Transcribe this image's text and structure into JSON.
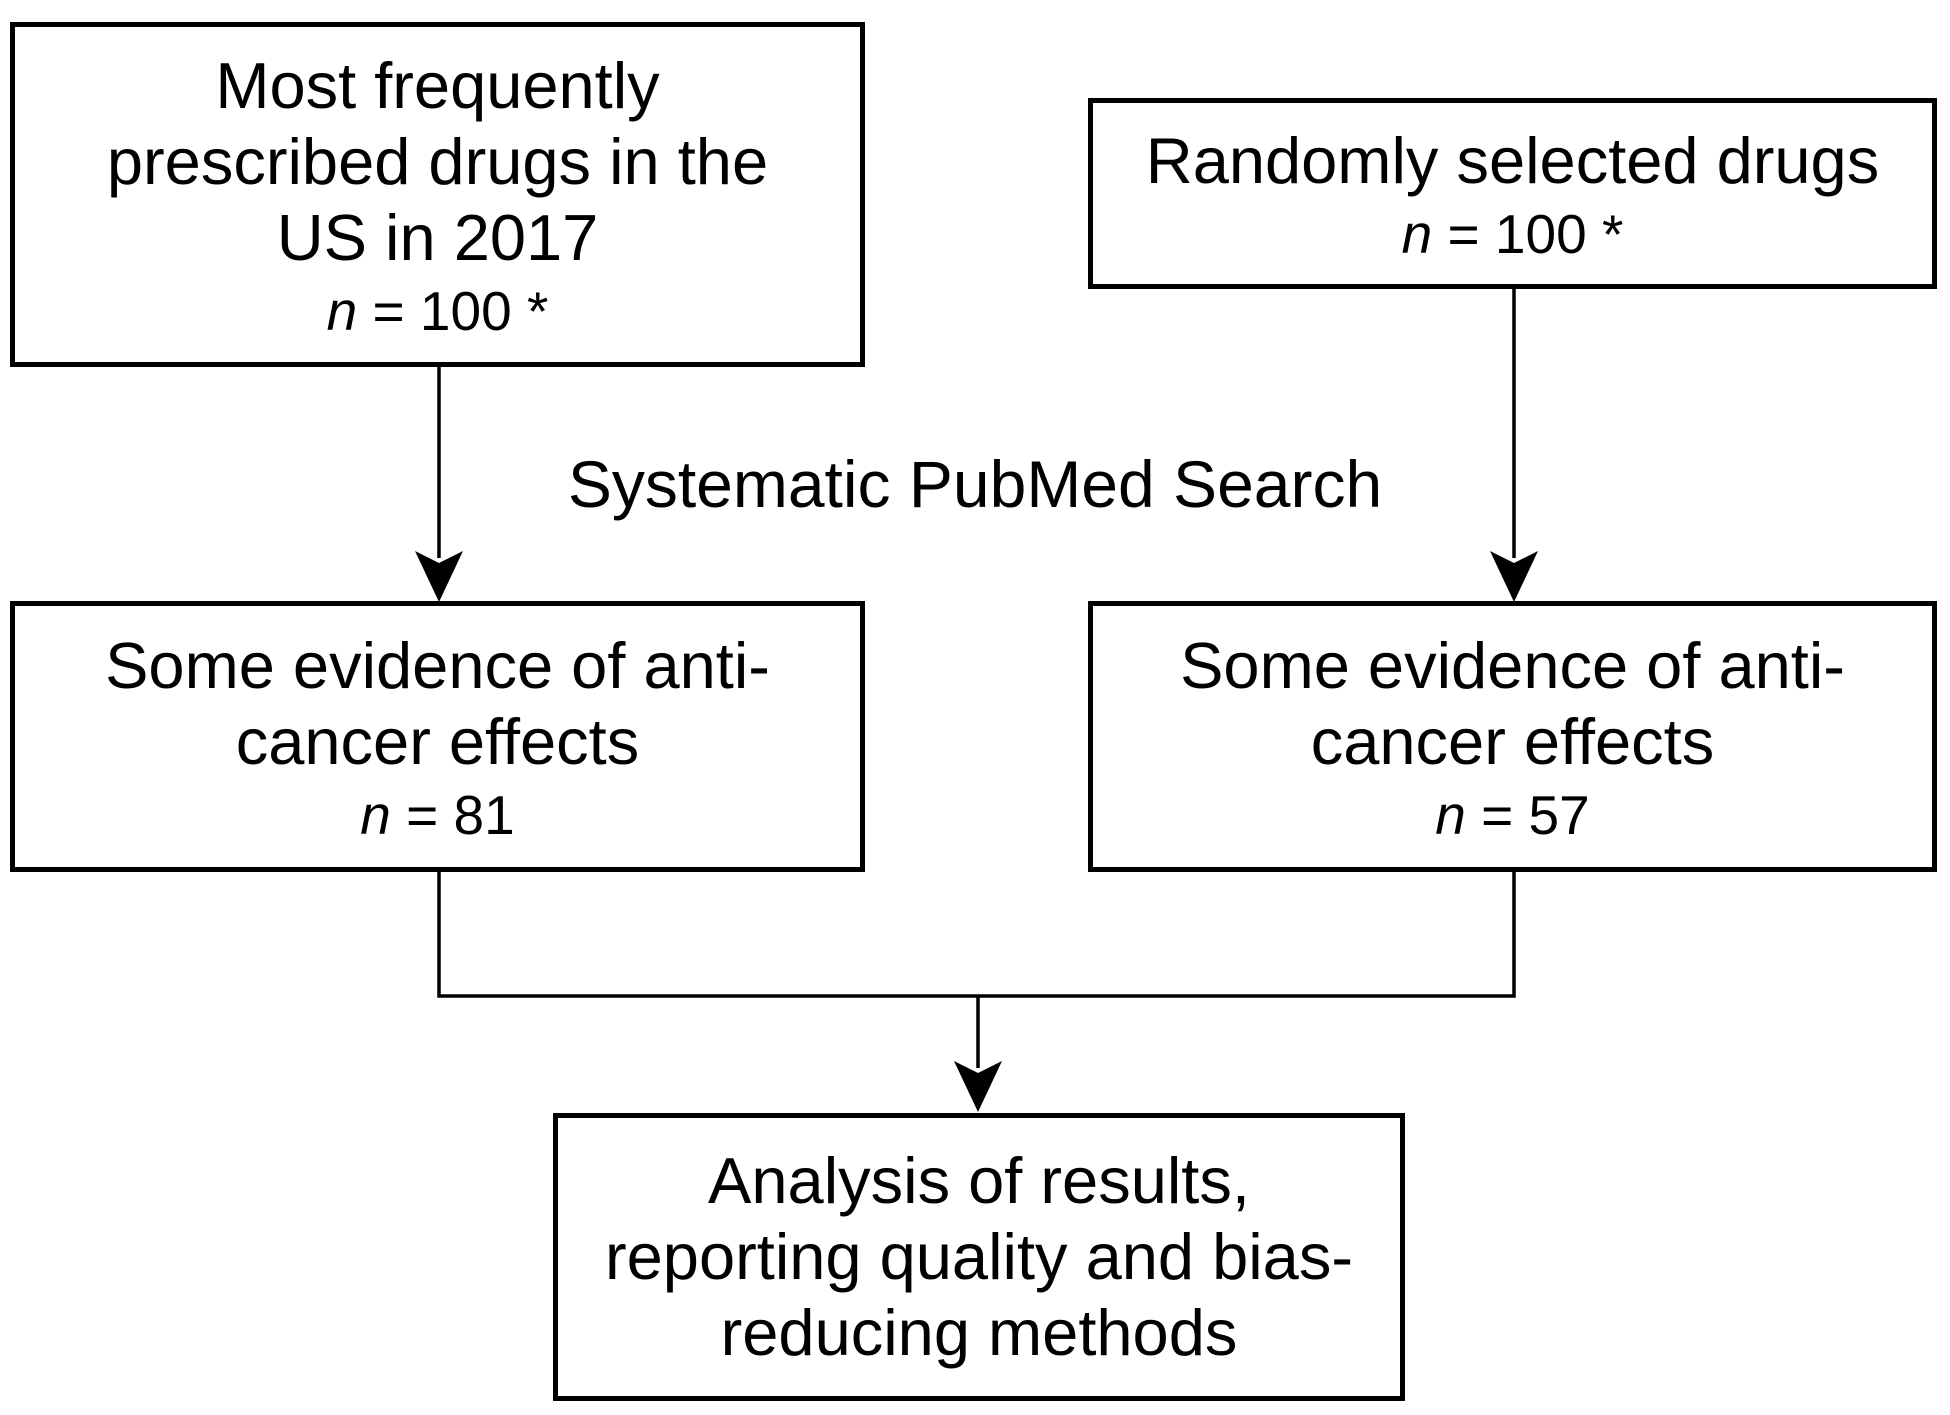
{
  "colors": {
    "background": "#ffffff",
    "line_color": "#000000",
    "text_color": "#000000"
  },
  "label": {
    "text": "Systematic PubMed Search"
  },
  "boxes": {
    "top_left": {
      "lines": [
        "Most frequently",
        "prescribed drugs in the",
        "US in 2017"
      ],
      "n_italic": "n",
      "n_rest": " = 100 *"
    },
    "top_right": {
      "lines": [
        "Randomly selected drugs"
      ],
      "n_italic": "n",
      "n_rest": " = 100 *"
    },
    "mid_left": {
      "lines": [
        "Some evidence of anti-",
        "cancer effects"
      ],
      "n_italic": "n",
      "n_rest": " = 81"
    },
    "mid_right": {
      "lines": [
        "Some evidence of anti-",
        "cancer effects"
      ],
      "n_italic": "n",
      "n_rest": " = 57"
    },
    "bottom": {
      "lines": [
        "Analysis of results,",
        "reporting quality and bias-",
        "reducing methods"
      ]
    }
  }
}
